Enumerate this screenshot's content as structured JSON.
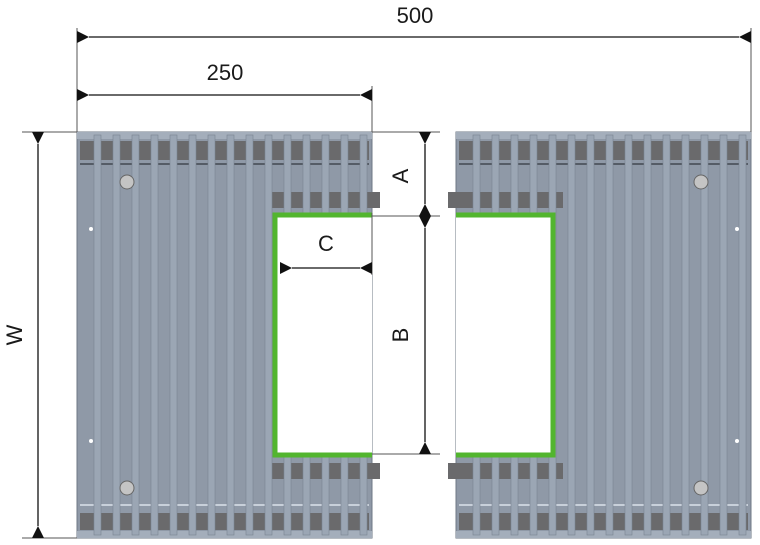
{
  "dimensions": {
    "total_width": "500",
    "half_width": "250",
    "a": "A",
    "b": "B",
    "c": "C",
    "w": "W"
  },
  "colors": {
    "panel": "#8f99a7",
    "bar": "#9ba6b4",
    "dark_band": "#6a6a6c",
    "cutout_outline": "#52b52e",
    "dimension_line": "#111111"
  }
}
